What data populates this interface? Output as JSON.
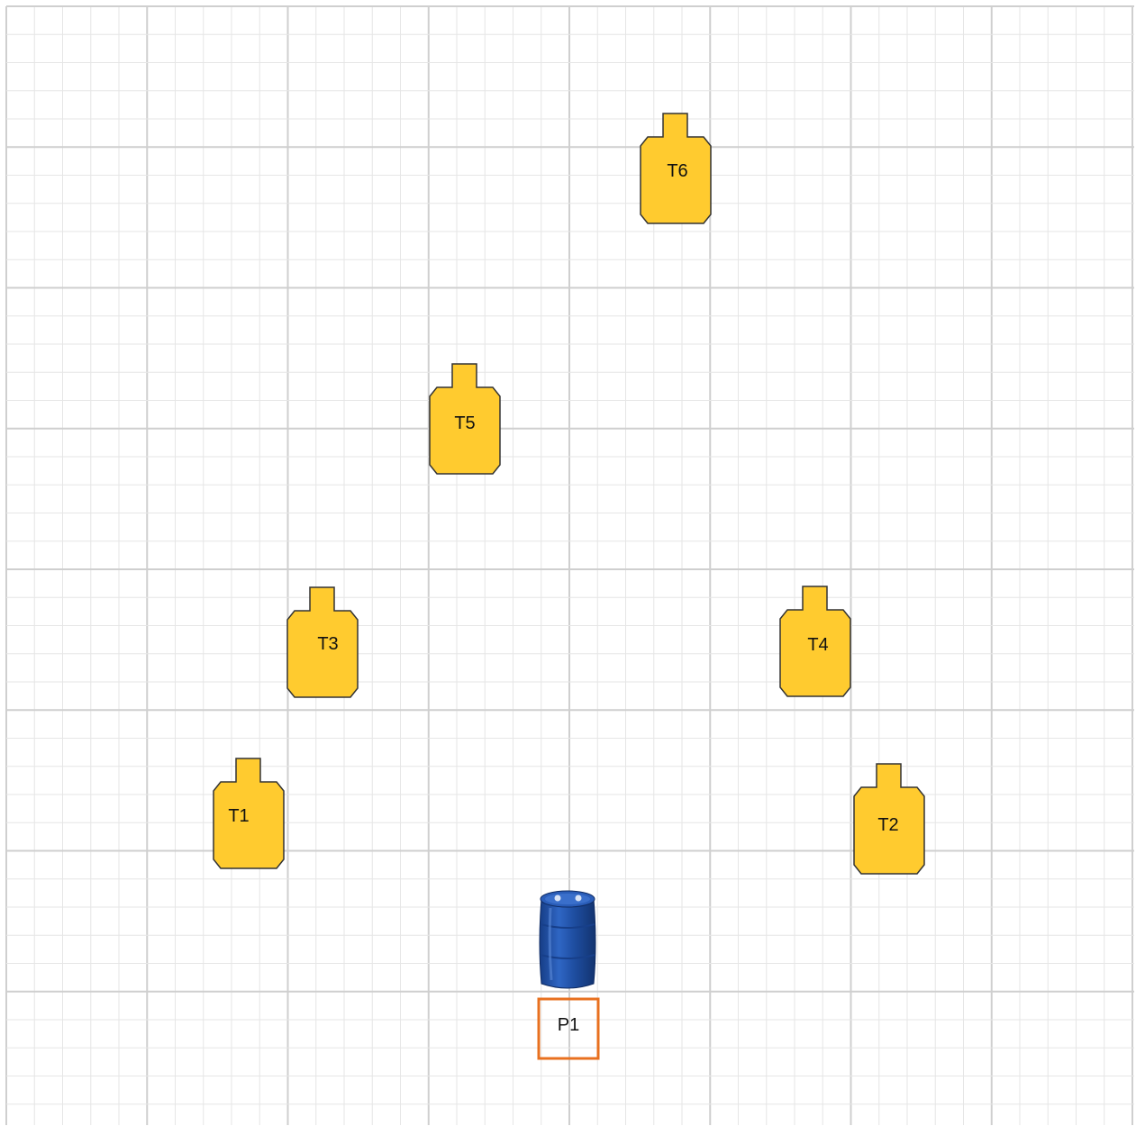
{
  "diagram": {
    "colors": {
      "background": "#ffffff",
      "grid_minor": "#e6e6e6",
      "grid_major": "#cfcfcf",
      "target_fill": "#FFCB2F",
      "target_stroke": "#333333",
      "barrel_blue": "#1F4FA3",
      "position_box": "#E8701F"
    },
    "targets": [
      {
        "label": "T1",
        "icon": "target-silhouette-icon"
      },
      {
        "label": "T2",
        "icon": "target-silhouette-icon"
      },
      {
        "label": "T3",
        "icon": "target-silhouette-icon"
      },
      {
        "label": "T4",
        "icon": "target-silhouette-icon"
      },
      {
        "label": "T5",
        "icon": "target-silhouette-icon"
      },
      {
        "label": "T6",
        "icon": "target-silhouette-icon"
      }
    ],
    "barrel": {
      "icon": "barrel-icon"
    },
    "position": {
      "label": "P1"
    }
  }
}
